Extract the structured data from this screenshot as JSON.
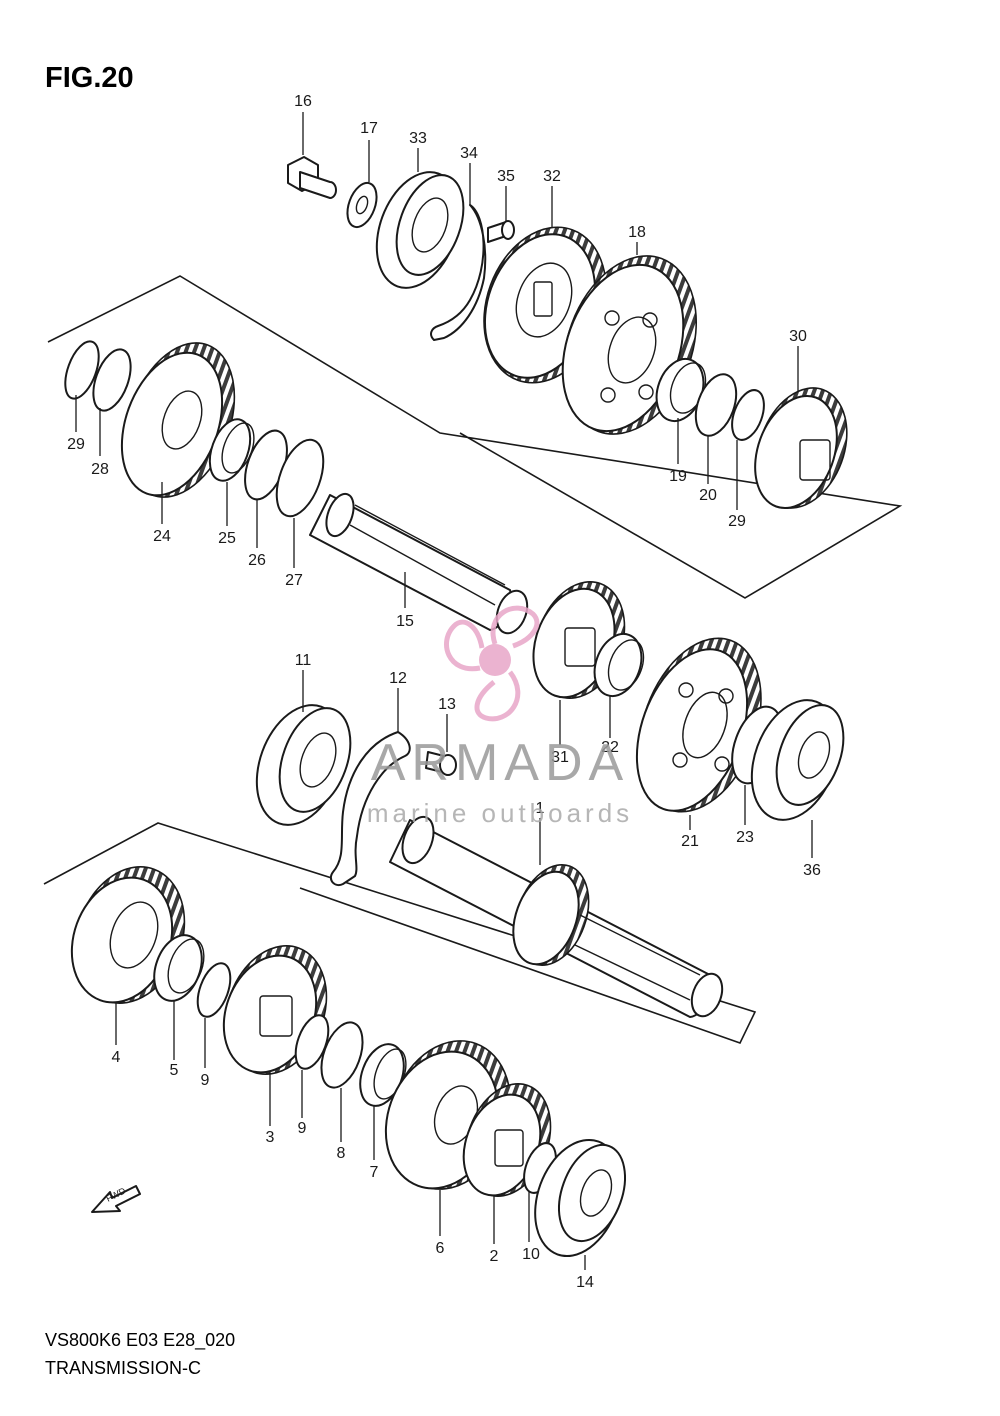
{
  "figure": {
    "title": "FIG.20"
  },
  "footer": {
    "model_code": "VS800K6 E03 E28_020",
    "section": "TRANSMISSION-C"
  },
  "fwd_arrow": {
    "label": "FWD",
    "icon": "fwd-arrow-icon"
  },
  "watermark": {
    "name": "ARMADA",
    "tagline": "marine outboards",
    "logo_color": "#e8a6c8",
    "logo_icon": "propeller-logo-icon"
  },
  "callouts": [
    {
      "number": "16",
      "part": "bolt"
    },
    {
      "number": "17",
      "part": "washer"
    },
    {
      "number": "33",
      "part": "bearing"
    },
    {
      "number": "34",
      "part": "retainer"
    },
    {
      "number": "35",
      "part": "screw"
    },
    {
      "number": "32",
      "part": "gear"
    },
    {
      "number": "18",
      "part": "gear"
    },
    {
      "number": "30",
      "part": "gear"
    },
    {
      "number": "29",
      "part": "circlip"
    },
    {
      "number": "28",
      "part": "washer"
    },
    {
      "number": "24",
      "part": "gear"
    },
    {
      "number": "25",
      "part": "bushing"
    },
    {
      "number": "26",
      "part": "washer"
    },
    {
      "number": "27",
      "part": "washer"
    },
    {
      "number": "15",
      "part": "shaft"
    },
    {
      "number": "19",
      "part": "bushing"
    },
    {
      "number": "20",
      "part": "washer"
    },
    {
      "number": "29",
      "part": "circlip"
    },
    {
      "number": "11",
      "part": "bearing"
    },
    {
      "number": "12",
      "part": "retainer"
    },
    {
      "number": "13",
      "part": "screw"
    },
    {
      "number": "31",
      "part": "gear"
    },
    {
      "number": "22",
      "part": "bushing"
    },
    {
      "number": "21",
      "part": "gear"
    },
    {
      "number": "23",
      "part": "washer"
    },
    {
      "number": "36",
      "part": "bearing"
    },
    {
      "number": "1",
      "part": "shaft"
    },
    {
      "number": "4",
      "part": "gear"
    },
    {
      "number": "5",
      "part": "bushing"
    },
    {
      "number": "9",
      "part": "circlip"
    },
    {
      "number": "3",
      "part": "gear"
    },
    {
      "number": "9",
      "part": "circlip"
    },
    {
      "number": "8",
      "part": "washer"
    },
    {
      "number": "7",
      "part": "bushing"
    },
    {
      "number": "6",
      "part": "gear"
    },
    {
      "number": "2",
      "part": "gear"
    },
    {
      "number": "10",
      "part": "circlip"
    },
    {
      "number": "14",
      "part": "bearing"
    }
  ]
}
